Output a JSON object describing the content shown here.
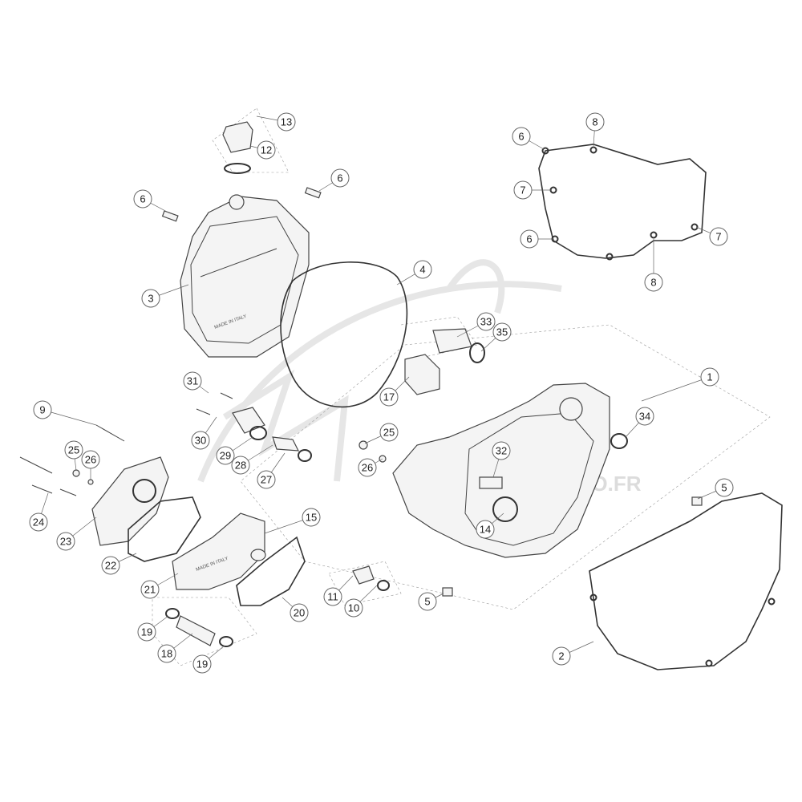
{
  "diagram": {
    "watermark_text": "ATOMICMOTO.FR",
    "part_markings": [
      "MADE IN ITALY",
      "MADE IN ITALY"
    ],
    "callouts": [
      "1",
      "2",
      "3",
      "4",
      "5",
      "5",
      "6",
      "6",
      "6",
      "6",
      "7",
      "7",
      "8",
      "8",
      "9",
      "10",
      "11",
      "12",
      "13",
      "14",
      "15",
      "17",
      "18",
      "19",
      "19",
      "20",
      "21",
      "22",
      "23",
      "24",
      "25",
      "25",
      "26",
      "26",
      "27",
      "28",
      "29",
      "30",
      "31",
      "32",
      "33",
      "34",
      "35"
    ]
  }
}
